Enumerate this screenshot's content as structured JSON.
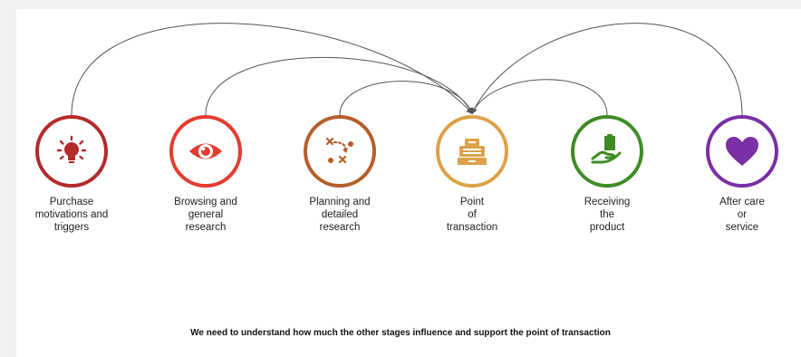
{
  "stages": [
    {
      "label_lines": [
        "Purchase",
        "motivations and",
        "triggers"
      ],
      "icon": "lightbulb-icon",
      "color": "#b32a2a"
    },
    {
      "label_lines": [
        "Browsing and",
        "general",
        "research"
      ],
      "icon": "eye-icon",
      "color": "#e43c2f"
    },
    {
      "label_lines": [
        "Planning and",
        "detailed",
        "research"
      ],
      "icon": "strategy-icon",
      "color": "#b55e2b"
    },
    {
      "label_lines": [
        "Point",
        "of",
        "transaction"
      ],
      "icon": "cash-register-icon",
      "color": "#dca24a"
    },
    {
      "label_lines": [
        "Receiving",
        "the",
        "product"
      ],
      "icon": "hand-package-icon",
      "color": "#3f8c24"
    },
    {
      "label_lines": [
        "After care",
        "or",
        "service"
      ],
      "icon": "heart-icon",
      "color": "#7a2fa5"
    }
  ],
  "caption": "We need to understand how much the other stages influence and support the point of transaction"
}
